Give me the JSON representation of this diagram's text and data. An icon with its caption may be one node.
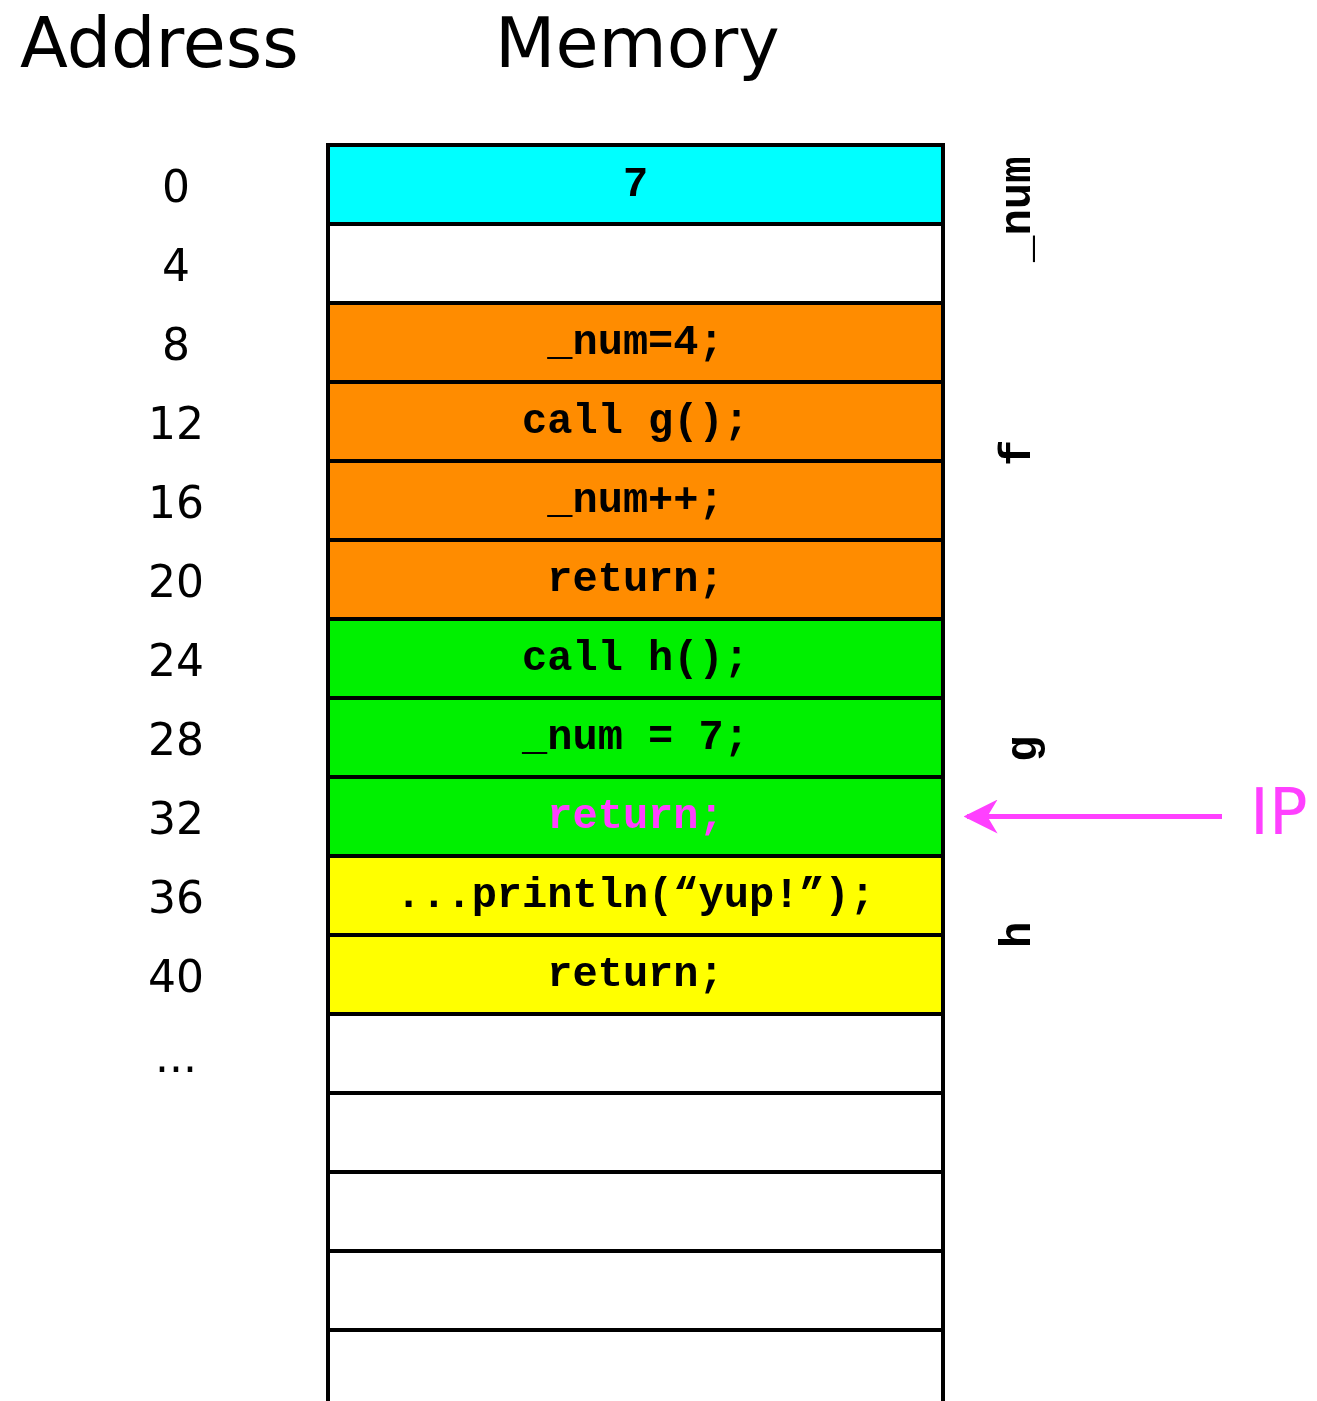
{
  "diagram": {
    "nodes": [
      {
        "text": [
          "7"
        ],
        "beside": [
          "0"
        ]
      },
      {
        "text": [],
        "shape": "box",
        "beside": [
          "4"
        ]
      },
      {
        "text": [
          "_num=4;"
        ],
        "beside": [
          "8"
        ]
      },
      {
        "text": [
          "call g();"
        ],
        "beside": [
          "12"
        ]
      },
      {
        "text": [
          "_num++;"
        ],
        "beside": [
          "16"
        ]
      },
      {
        "text": [
          "return;"
        ],
        "beside": [
          "20"
        ]
      },
      {
        "text": [
          "call h();"
        ],
        "beside": [
          "24"
        ]
      },
      {
        "text": [
          "_num = 7;"
        ],
        "beside": [
          "28"
        ]
      },
      {
        "text": [
          "return;"
        ],
        "beside": [
          "32"
        ]
      },
      {
        "text": [
          "...println(“yup!”);"
        ],
        "beside": [
          "36"
        ]
      },
      {
        "text": [
          "return;"
        ],
        "beside": [
          "40"
        ]
      },
      {
        "text": [],
        "shape": "box"
      },
      {
        "text": [],
        "shape": "box"
      },
      {
        "text": [],
        "shape": "box"
      },
      {
        "text": [],
        "shape": "box"
      },
      {
        "text": [],
        "shape": "box"
      },
      {
        "text": [
          "IP"
        ]
      }
    ],
    "edges": [
      {
        "from": 16,
        "to": 8,
        "arrow": "to",
        "color": "#ff40ff"
      }
    ],
    "labels": [
      "Address",
      "Memory",
      "_num",
      "f",
      "g",
      "h",
      "..."
    ]
  }
}
